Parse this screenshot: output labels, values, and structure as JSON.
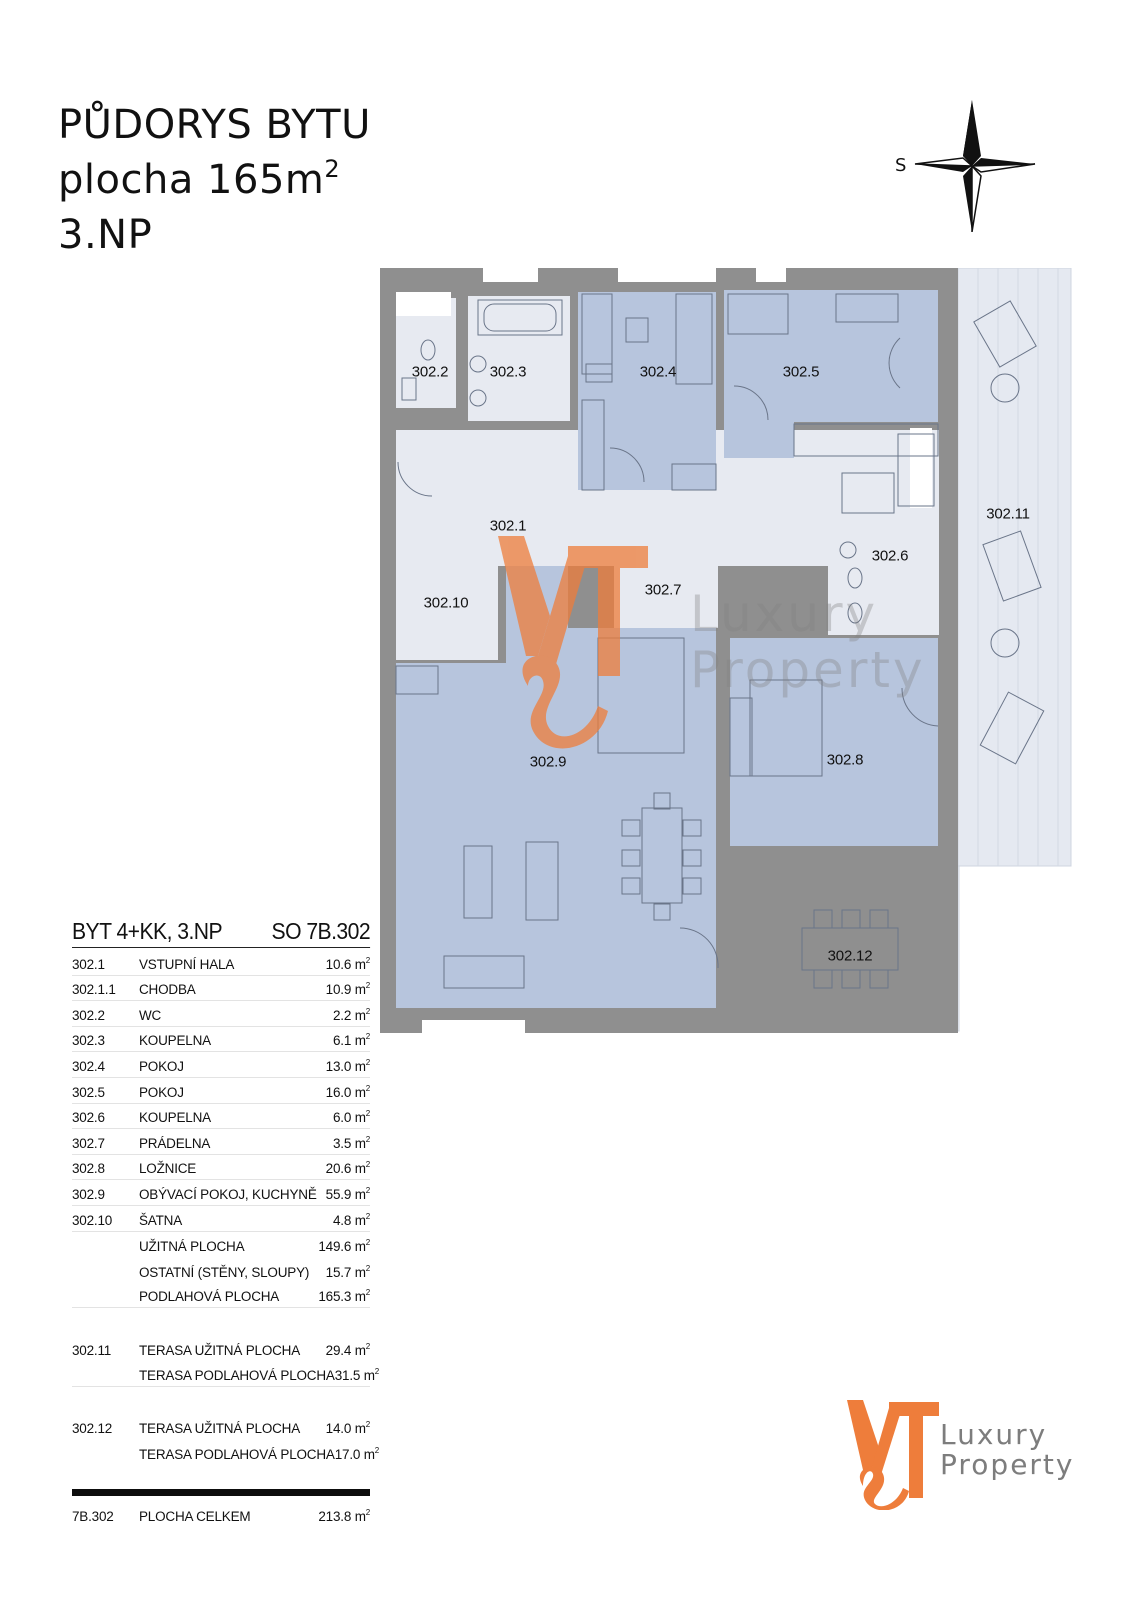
{
  "header": {
    "line1": "PŮDORYS BYTU",
    "line2_prefix": "plocha 165m",
    "line2_sup": "2",
    "line3": "3.NP"
  },
  "compass": {
    "label": "S"
  },
  "plan": {
    "rooms": [
      {
        "id": "r302_1",
        "label": "302.1"
      },
      {
        "id": "r302_2",
        "label": "302.2"
      },
      {
        "id": "r302_3",
        "label": "302.3"
      },
      {
        "id": "r302_4",
        "label": "302.4"
      },
      {
        "id": "r302_5",
        "label": "302.5"
      },
      {
        "id": "r302_6",
        "label": "302.6"
      },
      {
        "id": "r302_7",
        "label": "302.7"
      },
      {
        "id": "r302_8",
        "label": "302.8"
      },
      {
        "id": "r302_9",
        "label": "302.9"
      },
      {
        "id": "r302_10",
        "label": "302.10"
      },
      {
        "id": "r302_11",
        "label": "302.11"
      },
      {
        "id": "r302_12",
        "label": "302.12"
      }
    ],
    "colors": {
      "wall": "#8f8f8f",
      "room_blue": "#b7c5dd",
      "room_light": "#e7eaf1",
      "terrace": "#e5e9f1",
      "furniture": "#6a7589"
    }
  },
  "table": {
    "title": "BYT 4+KK, 3.NP",
    "ref": "SO 7B.302",
    "rows": [
      {
        "code": "302.1",
        "name": "VSTUPNÍ HALA",
        "area": "10.6 m"
      },
      {
        "code": "302.1.1",
        "name": "CHODBA",
        "area": "10.9 m"
      },
      {
        "code": "302.2",
        "name": "WC",
        "area": "2.2 m"
      },
      {
        "code": "302.3",
        "name": "KOUPELNA",
        "area": "6.1 m"
      },
      {
        "code": "302.4",
        "name": "POKOJ",
        "area": "13.0 m"
      },
      {
        "code": "302.5",
        "name": "POKOJ",
        "area": "16.0 m"
      },
      {
        "code": "302.6",
        "name": "KOUPELNA",
        "area": "6.0 m"
      },
      {
        "code": "302.7",
        "name": "PRÁDELNA",
        "area": "3.5 m"
      },
      {
        "code": "302.8",
        "name": "LOŽNICE",
        "area": "20.6 m"
      },
      {
        "code": "302.9",
        "name": "OBÝVACÍ POKOJ, KUCHYNĚ",
        "area": "55.9 m"
      },
      {
        "code": "302.10",
        "name": "ŠATNA",
        "area": "4.8 m"
      }
    ],
    "summary": [
      {
        "name": "UŽITNÁ PLOCHA",
        "area": "149.6  m"
      },
      {
        "name": "OSTATNÍ (STĚNY, SLOUPY)",
        "area": "15.7 m"
      },
      {
        "name": "PODLAHOVÁ PLOCHA",
        "area": "165.3 m"
      }
    ],
    "terrace1": {
      "code": "302.11",
      "usable_name": "TERASA UŽITNÁ PLOCHA",
      "usable_area": "29.4 m",
      "floor_name": "TERASA PODLAHOVÁ PLOCHA",
      "floor_area": "31.5 m"
    },
    "terrace2": {
      "code": "302.12",
      "usable_name": "TERASA UŽITNÁ PLOCHA",
      "usable_area": "14.0 m",
      "floor_name": "TERASA PODLAHOVÁ PLOCHA",
      "floor_area": "17.0 m"
    },
    "total": {
      "code": "7B.302",
      "name": "PLOCHA CELKEM",
      "area": "213.8 m"
    },
    "unit_sup": "2"
  },
  "logo": {
    "line1": "Luxury",
    "line2": "Property",
    "accent": "#ee7d3b"
  }
}
